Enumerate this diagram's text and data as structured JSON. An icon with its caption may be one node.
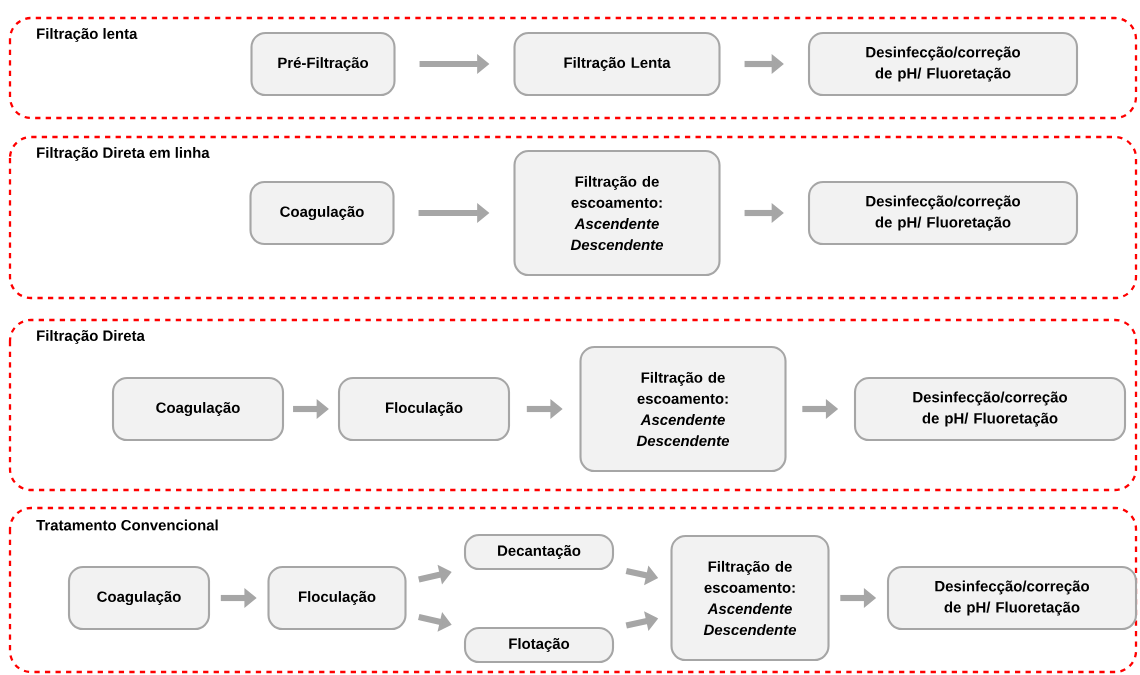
{
  "diagram": {
    "nodes": [
      {
        "text": [
          "Filtração lenta"
        ]
      },
      {
        "text": [
          "Pré-Filtração"
        ],
        "in": 0
      },
      {
        "text": [
          "Filtração Lenta"
        ],
        "in": 0
      },
      {
        "text": [
          "Desinfecção/correção de pH/ Fluoretação"
        ],
        "in": 0
      },
      {
        "text": [
          "Filtração Direta em linha"
        ]
      },
      {
        "text": [
          "Coagulação"
        ],
        "in": 4
      },
      {
        "text": [
          "Filtração de escoamento: *Ascendente* *Descendente*"
        ],
        "in": 4
      },
      {
        "text": [
          "Desinfecção/correção de pH/ Fluoretação"
        ],
        "in": 4
      },
      {
        "text": [
          "Filtração Direta"
        ]
      },
      {
        "text": [
          "Coagulação"
        ],
        "in": 8
      },
      {
        "text": [
          "Floculação"
        ],
        "in": 8
      },
      {
        "text": [
          "Filtração de escoamento: *Ascendente* *Descendente*"
        ],
        "in": 8
      },
      {
        "text": [
          "Desinfecção/correção de pH/ Fluoretação"
        ],
        "in": 8
      },
      {
        "text": [
          "Tratamento Convencional"
        ]
      },
      {
        "text": [
          "Coagulação"
        ],
        "in": 13
      },
      {
        "text": [
          "Floculação"
        ],
        "in": 13
      },
      {
        "text": [
          "Decantação"
        ],
        "in": 13
      },
      {
        "text": [
          "Flotação"
        ],
        "in": 13
      },
      {
        "text": [
          "Filtração de escoamento: *Ascendente* *Descendente*"
        ],
        "in": 13
      },
      {
        "text": [
          "Desinfecção/correção de pH/ Fluoretação"
        ],
        "in": 13
      }
    ],
    "edges": [
      {
        "from": 1,
        "to": 2,
        "arrow": "to"
      },
      {
        "from": 2,
        "to": 3,
        "arrow": "to"
      },
      {
        "from": 5,
        "to": 6,
        "arrow": "to"
      },
      {
        "from": 6,
        "to": 7,
        "arrow": "to"
      },
      {
        "from": 9,
        "to": 10,
        "arrow": "to"
      },
      {
        "from": 10,
        "to": 11,
        "arrow": "to"
      },
      {
        "from": 11,
        "to": 12,
        "arrow": "to"
      },
      {
        "from": 14,
        "to": 15,
        "arrow": "to"
      },
      {
        "from": 15,
        "to": 16,
        "arrow": "to"
      },
      {
        "from": 15,
        "to": 17,
        "arrow": "to"
      },
      {
        "from": 16,
        "to": 18,
        "arrow": "to"
      },
      {
        "from": 17,
        "to": 18,
        "arrow": "to"
      },
      {
        "from": 18,
        "to": 19,
        "arrow": "to"
      }
    ]
  }
}
